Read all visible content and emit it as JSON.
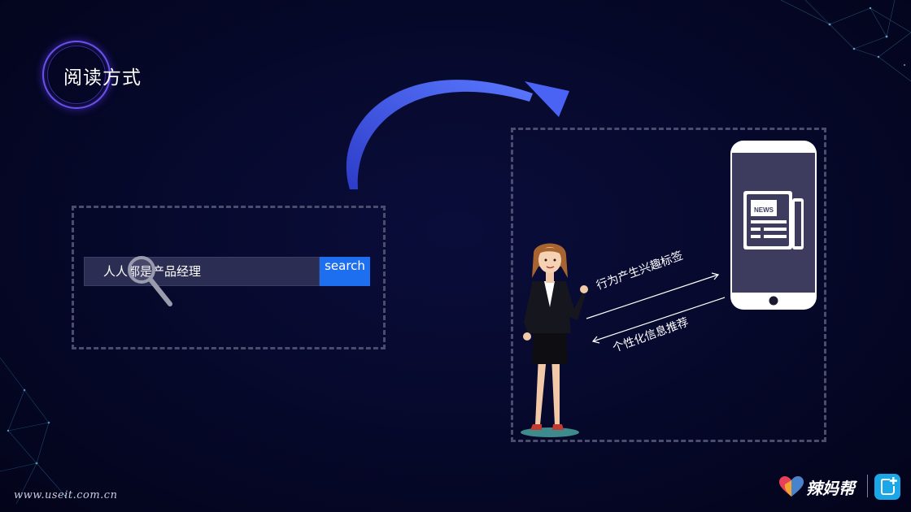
{
  "title": "阅读方式",
  "search": {
    "query": "人人都是产品经理",
    "button_label": "search"
  },
  "phone": {
    "badge": "NEWS"
  },
  "flow": {
    "behavior_label": "行为产生兴趣标签",
    "recommend_label": "个性化信息推荐"
  },
  "footer": {
    "url": "www.useit.com.cn",
    "brand": "辣妈帮"
  },
  "colors": {
    "background": "#06082a",
    "accent_blue": "#1e6ff0",
    "arrow_gradient_start": "#2d3cc8",
    "arrow_gradient_end": "#5a78ff",
    "frame_dash": "#4a4d6e",
    "search_field": "#2b2d52"
  },
  "icons": {
    "search": "magnifier-icon",
    "phone_app": "newspaper-icon",
    "arrow": "curved-arrow",
    "brand": "heart-logo-icon",
    "app": "chat-plus-icon"
  }
}
